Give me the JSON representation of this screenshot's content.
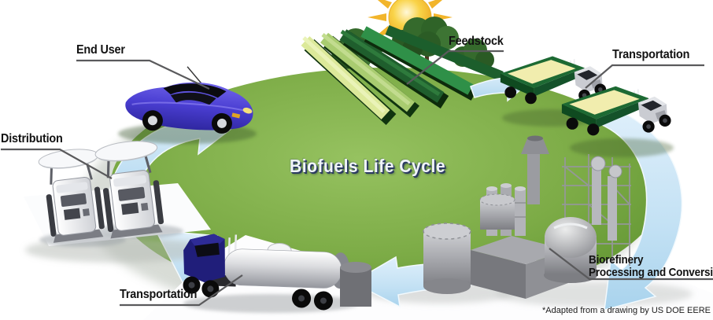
{
  "diagram": {
    "title": "Biofuels Life Cycle",
    "footnote": "*Adapted from a drawing by US DOE EERE",
    "stages": [
      {
        "id": "feedstock",
        "label": "Feedstock"
      },
      {
        "id": "transportation-feedstock",
        "label": "Transportation"
      },
      {
        "id": "biorefinery",
        "label": "Biorefinery",
        "sublabel": "Processing and Conversion"
      },
      {
        "id": "transportation-fuel",
        "label": "Transportation"
      },
      {
        "id": "distribution",
        "label": "Distribution"
      },
      {
        "id": "end-user",
        "label": "End User"
      }
    ],
    "scene_objects": [
      {
        "id": "sun-icon",
        "depicts": "sun"
      },
      {
        "id": "trees-icon",
        "depicts": "trees behind crop rows"
      },
      {
        "id": "crop-rows-icon",
        "depicts": "feedstock crop rows"
      },
      {
        "id": "harvest-trucks-icon",
        "depicts": "two trucks hauling biomass"
      },
      {
        "id": "biorefinery-icon",
        "depicts": "biorefinery tanks and towers"
      },
      {
        "id": "tanker-truck-icon",
        "depicts": "fuel tanker truck"
      },
      {
        "id": "fuel-pumps-icon",
        "depicts": "two fuel dispenser pumps"
      },
      {
        "id": "car-icon",
        "depicts": "blue passenger car"
      }
    ],
    "colors": {
      "cycle_green": "#74a742",
      "arrow_blue": "#c8e4f6",
      "sun_gold": "#f2b52b",
      "label_text": "#121212",
      "title_text": "#f0f4fa",
      "title_shadow": "#2b3a60",
      "leader_gray": "#5a5a5c"
    }
  }
}
